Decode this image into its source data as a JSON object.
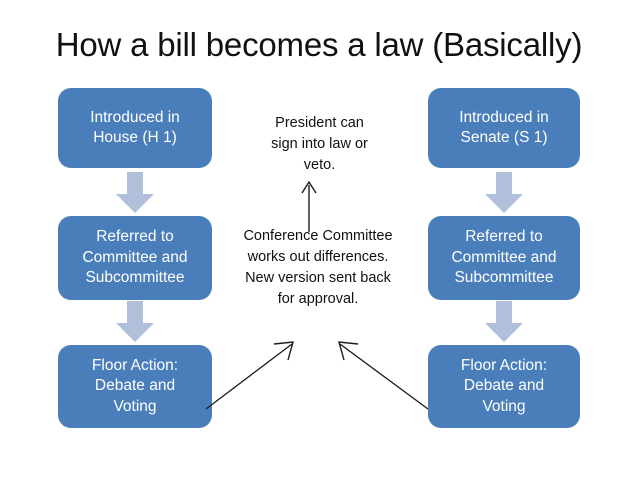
{
  "slide": {
    "title": "How a bill becomes a law (Basically)",
    "background_color": "#ffffff",
    "node_color": "#4a7ebb",
    "node_text_color": "#ffffff",
    "block_arrow_color": "#b0c0da",
    "connector_color": "#1a1a1a"
  },
  "nodes": {
    "house": [
      {
        "id": "house-introduced",
        "label": "Introduced in\nHouse (H 1)"
      },
      {
        "id": "house-committee",
        "label": "Referred to\nCommittee and\nSubcommittee"
      },
      {
        "id": "house-floor",
        "label": "Floor Action:\nDebate and\nVoting"
      }
    ],
    "senate": [
      {
        "id": "senate-introduced",
        "label": "Introduced in\nSenate (S 1)"
      },
      {
        "id": "senate-committee",
        "label": "Referred to\nCommittee and\nSubcommittee"
      },
      {
        "id": "senate-floor",
        "label": "Floor Action:\nDebate and\nVoting"
      }
    ]
  },
  "annotations": {
    "president": "President can\nsign into law or\nveto.",
    "conference": "Conference Committee\nworks out differences.\nNew version sent back\nfor approval."
  },
  "connectors": [
    {
      "id": "house-intro-to-committee",
      "type": "block-arrow",
      "direction": "down"
    },
    {
      "id": "house-committee-to-floor",
      "type": "block-arrow",
      "direction": "down"
    },
    {
      "id": "senate-intro-to-committee",
      "type": "block-arrow",
      "direction": "down"
    },
    {
      "id": "senate-committee-to-floor",
      "type": "block-arrow",
      "direction": "down"
    },
    {
      "id": "conference-to-president",
      "type": "line-arrow",
      "direction": "up"
    },
    {
      "id": "house-floor-to-conference",
      "type": "line-arrow",
      "direction": "up-right"
    },
    {
      "id": "senate-floor-to-conference",
      "type": "line-arrow",
      "direction": "up-left"
    }
  ]
}
